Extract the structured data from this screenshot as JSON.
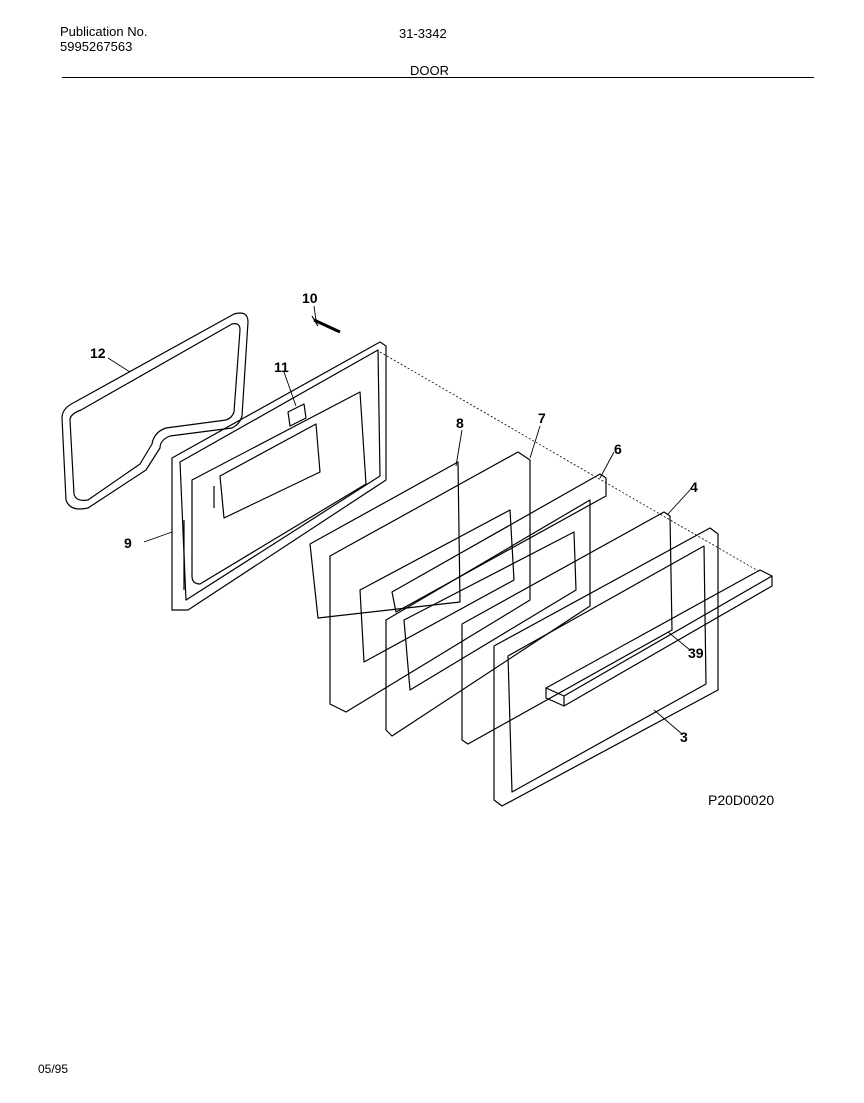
{
  "header": {
    "publication_label": "Publication No.",
    "publication_number": "5995267563",
    "model_number": "31-3342",
    "section_title": "DOOR"
  },
  "diagram": {
    "code": "P20D0020",
    "callouts": [
      "12",
      "10",
      "11",
      "8",
      "7",
      "6",
      "4",
      "9",
      "39",
      "3"
    ]
  },
  "footer": {
    "date": "05/95"
  }
}
